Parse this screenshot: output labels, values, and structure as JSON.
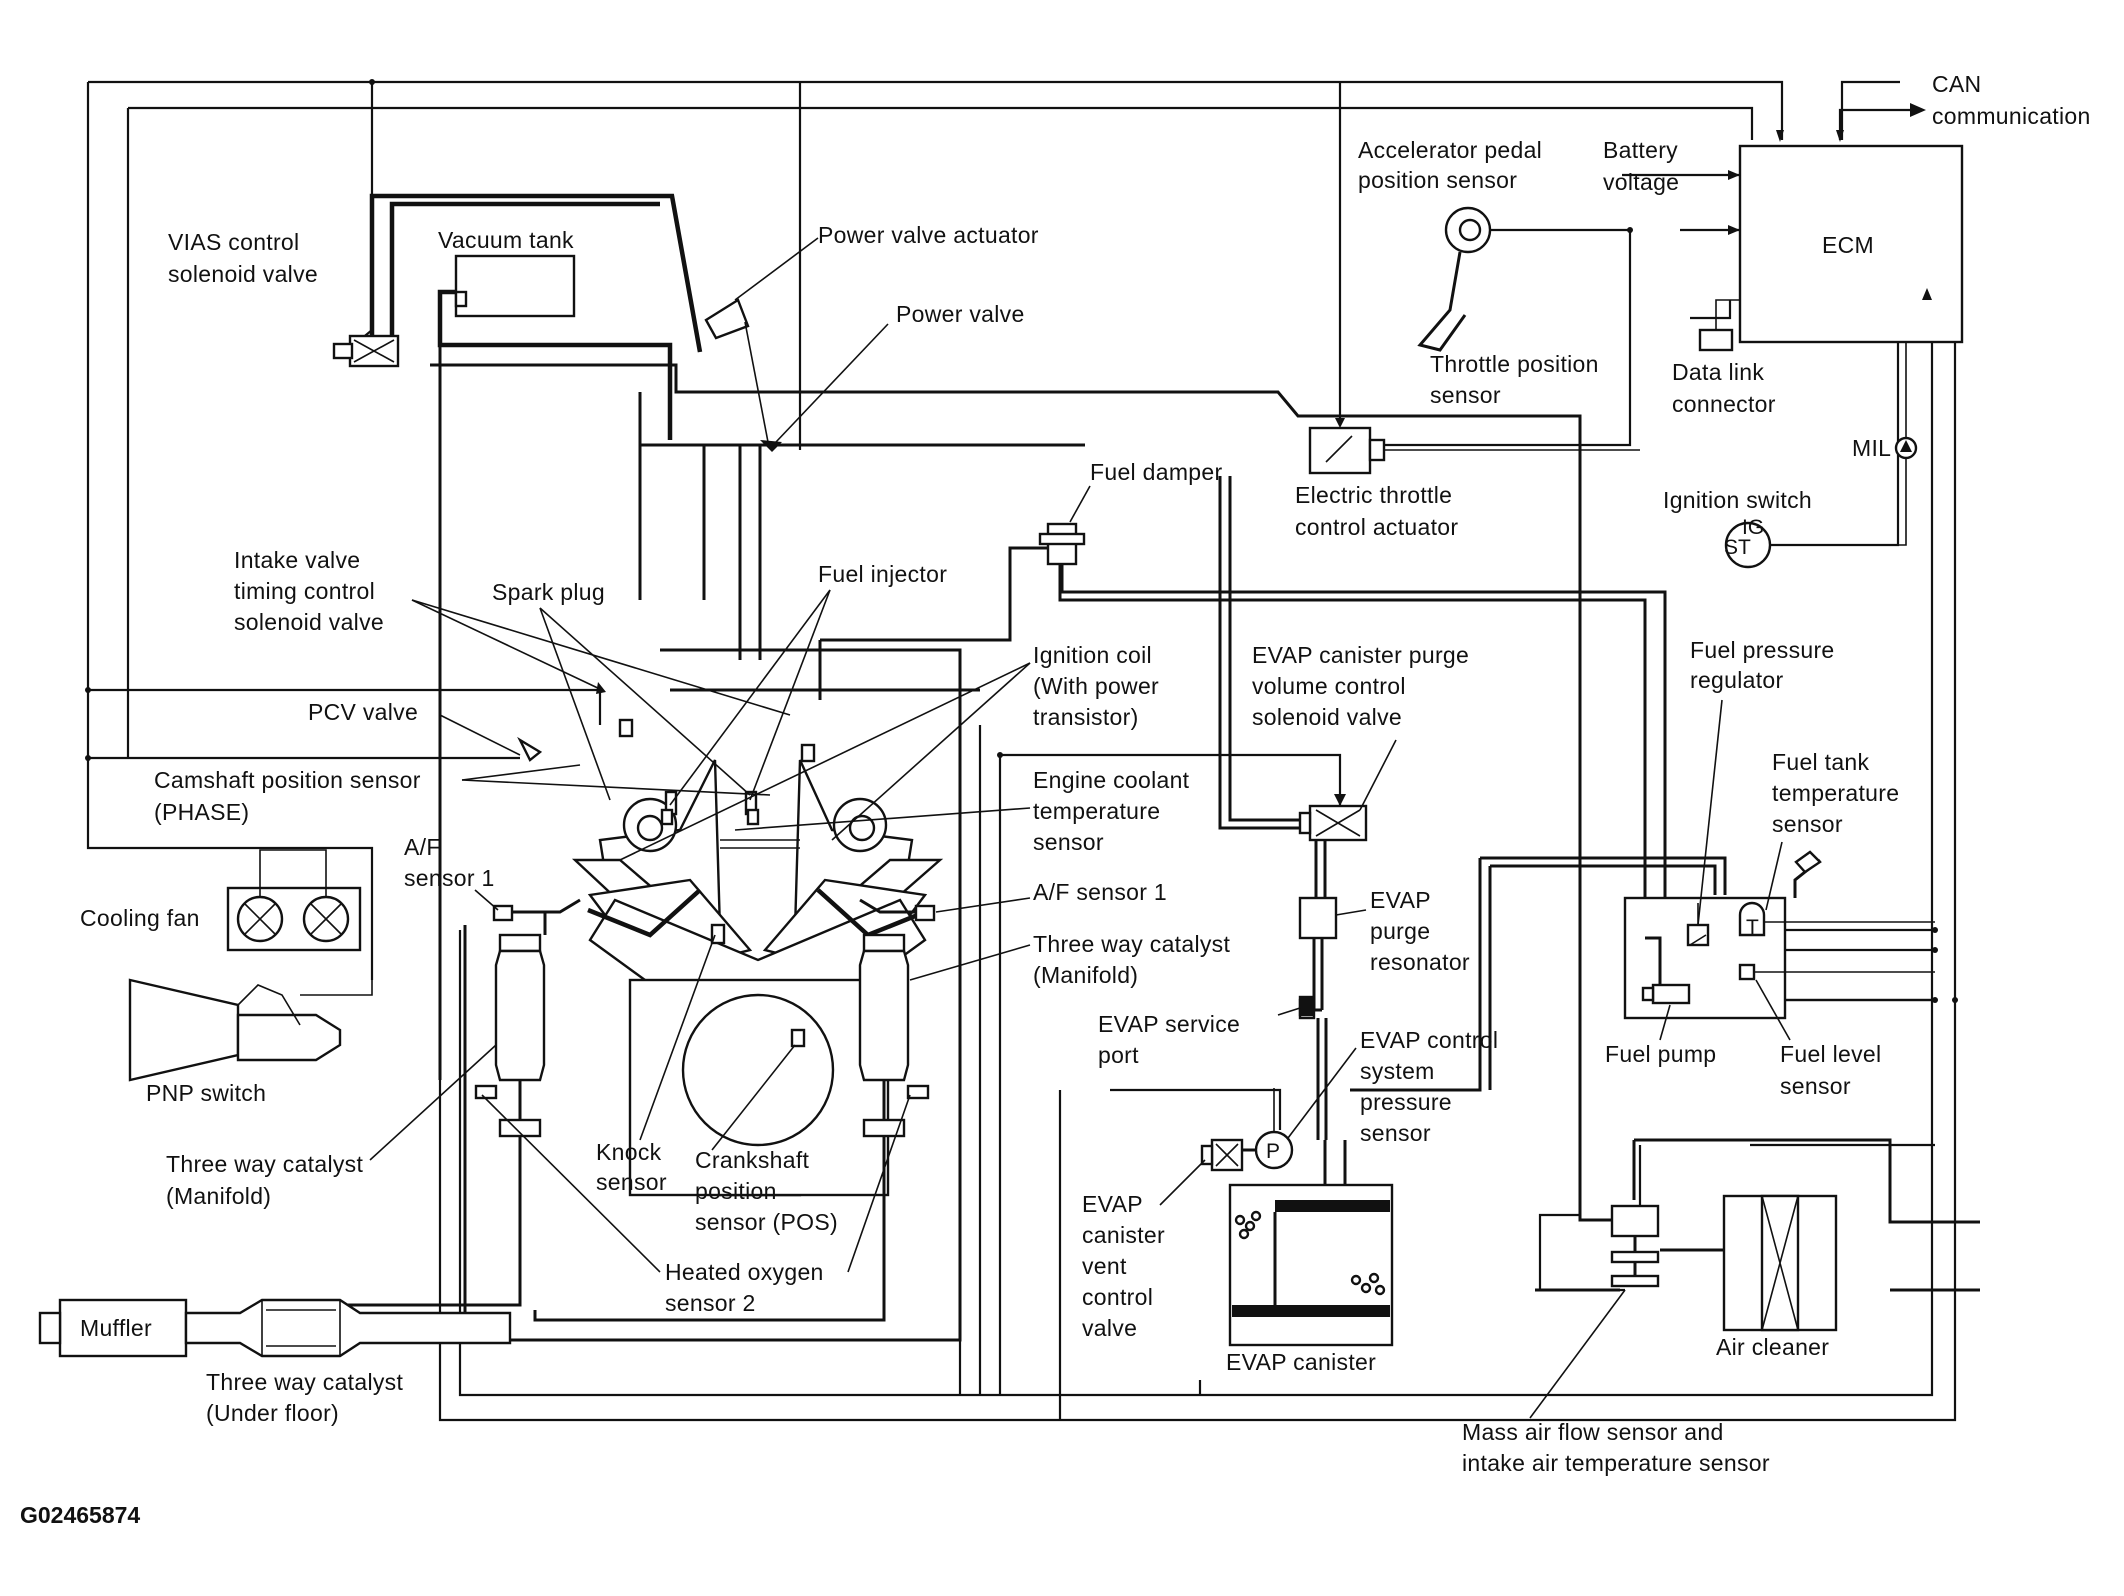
{
  "figure_id": "G02465874",
  "labels": {
    "can": [
      "CAN",
      "communication"
    ],
    "accel": [
      "Accelerator pedal",
      "position sensor"
    ],
    "battery": [
      "Battery",
      "voltage"
    ],
    "ecm": "ECM",
    "vias": [
      "VIAS control",
      "solenoid valve"
    ],
    "vacuum_tank": "Vacuum tank",
    "power_valve_actuator": "Power valve actuator",
    "power_valve": "Power valve",
    "throttle_pos": [
      "Throttle position",
      "sensor"
    ],
    "data_link": [
      "Data link",
      "connector"
    ],
    "mil": "MIL",
    "fuel_damper": "Fuel damper",
    "etc_actuator": [
      "Electric throttle",
      "control actuator"
    ],
    "ignition_switch": "Ignition switch",
    "ig_labels": [
      "IG",
      "ST"
    ],
    "intake_valve": [
      "Intake valve",
      "timing control",
      "solenoid valve"
    ],
    "spark_plug": "Spark plug",
    "fuel_injector": "Fuel injector",
    "ignition_coil": [
      "Ignition coil",
      "(With power",
      "transistor)"
    ],
    "evap_purge": [
      "EVAP canister purge",
      "volume control",
      "solenoid valve"
    ],
    "fuel_pressure_reg": [
      "Fuel pressure",
      "regulator"
    ],
    "pcv": "PCV valve",
    "camshaft": [
      "Camshaft position sensor",
      "(PHASE)"
    ],
    "coolant": [
      "Engine coolant",
      "temperature",
      "sensor"
    ],
    "fuel_tank_temp": [
      "Fuel tank",
      "temperature",
      "sensor"
    ],
    "af_left": [
      "A/F",
      "sensor 1"
    ],
    "af_right": "A/F sensor 1",
    "cooling_fan": "Cooling fan",
    "twc_manifold_r": [
      "Three way catalyst",
      "(Manifold)"
    ],
    "evap_resonator": [
      "EVAP",
      "purge",
      "resonator"
    ],
    "evap_service": [
      "EVAP service",
      "port"
    ],
    "evap_pressure": [
      "EVAP control",
      "system",
      "pressure",
      "sensor"
    ],
    "fuel_pump": "Fuel pump",
    "fuel_level": [
      "Fuel level",
      "sensor"
    ],
    "pnp": "PNP switch",
    "twc_manifold_l": [
      "Three way catalyst",
      "(Manifold)"
    ],
    "knock": [
      "Knock",
      "sensor"
    ],
    "crankshaft": [
      "Crankshaft",
      "position",
      "sensor (POS)"
    ],
    "evap_vent": [
      "EVAP",
      "canister",
      "vent",
      "control",
      "valve"
    ],
    "heated_o2": [
      "Heated oxygen",
      "sensor 2"
    ],
    "muffler": "Muffler",
    "evap_canister": "EVAP canister",
    "air_cleaner": "Air cleaner",
    "twc_under": [
      "Three way catalyst",
      "(Under floor)"
    ],
    "maf": [
      "Mass air flow sensor and",
      "intake air temperature sensor"
    ],
    "p_mark": "P",
    "t_mark": "T"
  }
}
